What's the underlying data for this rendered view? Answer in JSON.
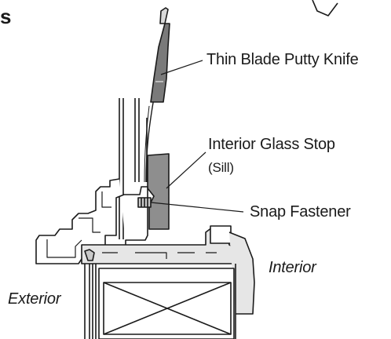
{
  "labels": {
    "edge_fragment": "s",
    "putty_knife": "Thin Blade Putty Knife",
    "glass_stop": "Interior Glass Stop",
    "glass_stop_sub": "(Sill)",
    "snap_fastener": "Snap Fastener",
    "interior": "Interior",
    "exterior": "Exterior"
  },
  "colors": {
    "line": "#1a1a1a",
    "fill_light": "#e6e6e6",
    "fill_mid": "#c9c9c9",
    "fill_dark": "#8e8e8e",
    "knife_handle": "#7a7a7a"
  }
}
